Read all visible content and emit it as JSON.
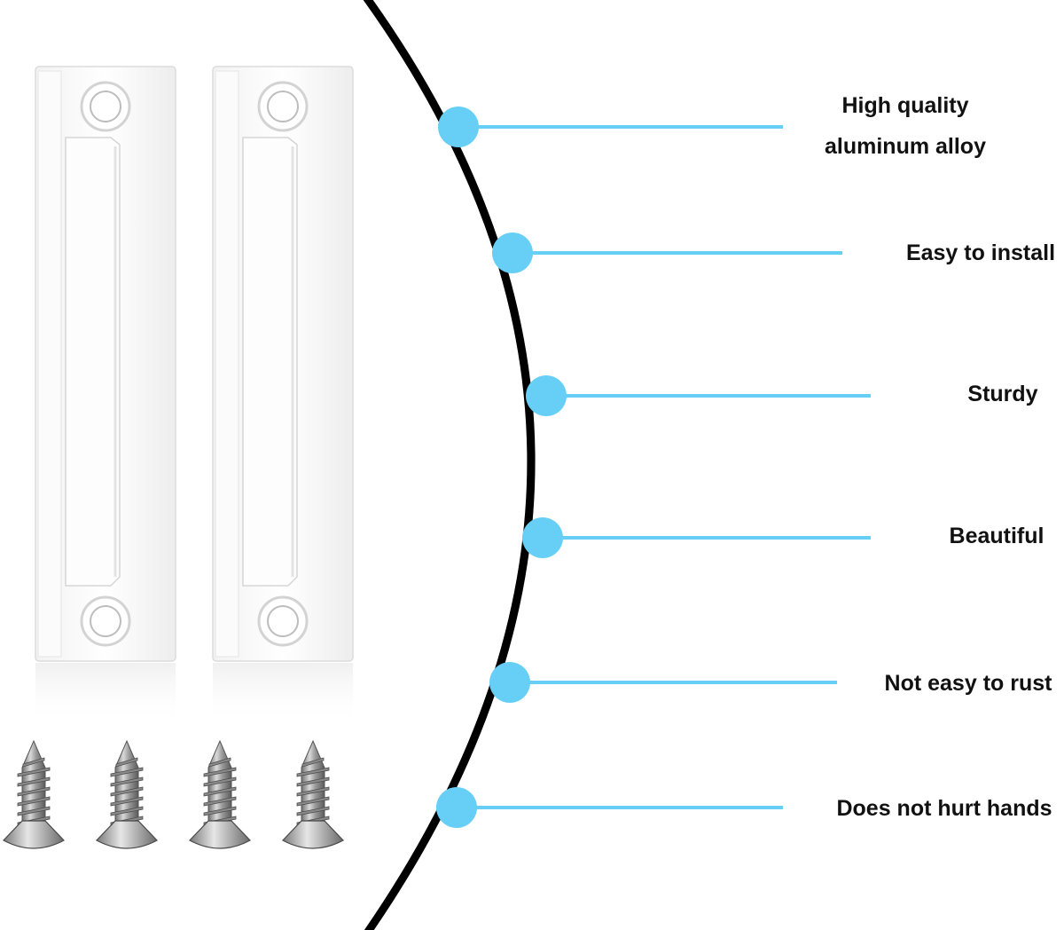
{
  "features": [
    {
      "lines": [
        "High quality",
        "aluminum alloy"
      ],
      "icon": "callout-dot-icon"
    },
    {
      "lines": [
        "Easy to install"
      ],
      "icon": "callout-dot-icon"
    },
    {
      "lines": [
        "Sturdy"
      ],
      "icon": "callout-dot-icon"
    },
    {
      "lines": [
        "Beautiful"
      ],
      "icon": "callout-dot-icon"
    },
    {
      "lines": [
        "Not easy to rust"
      ],
      "icon": "callout-dot-icon"
    },
    {
      "lines": [
        "Does not hurt hands"
      ],
      "icon": "callout-dot-icon"
    }
  ],
  "colors": {
    "accent": "#67cff5",
    "curve": "#000000",
    "text": "#111111",
    "bracket": "#f7f7f7",
    "bracket_edge": "#dcdcdc",
    "screw": "#a8a8a8"
  },
  "product": {
    "bracket_count": 2,
    "screw_count": 4
  }
}
